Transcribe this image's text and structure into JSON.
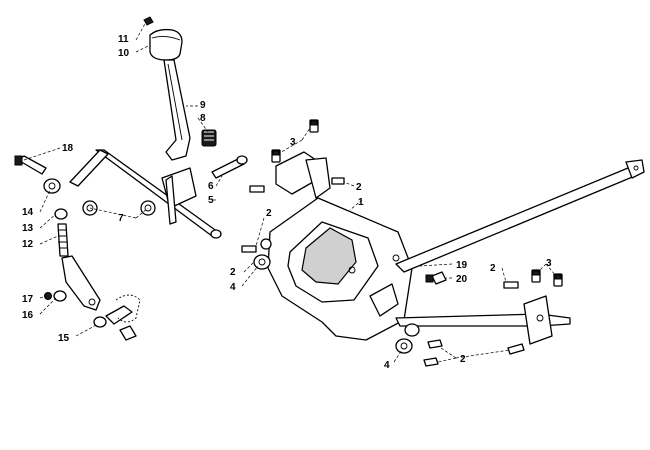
{
  "callouts": [
    {
      "id": "c11",
      "text": "11"
    },
    {
      "id": "c10",
      "text": "10"
    },
    {
      "id": "c9",
      "text": "9"
    },
    {
      "id": "c8",
      "text": "8"
    },
    {
      "id": "c18",
      "text": "18"
    },
    {
      "id": "c3a",
      "text": "3"
    },
    {
      "id": "c2a",
      "text": "2"
    },
    {
      "id": "c1",
      "text": "1"
    },
    {
      "id": "c6",
      "text": "6"
    },
    {
      "id": "c5",
      "text": "5"
    },
    {
      "id": "c7",
      "text": "7"
    },
    {
      "id": "c14",
      "text": "14"
    },
    {
      "id": "c13",
      "text": "13"
    },
    {
      "id": "c12",
      "text": "12"
    },
    {
      "id": "c2b",
      "text": "2"
    },
    {
      "id": "c2c",
      "text": "2"
    },
    {
      "id": "c4a",
      "text": "4"
    },
    {
      "id": "c19",
      "text": "19"
    },
    {
      "id": "c20",
      "text": "20"
    },
    {
      "id": "c2d",
      "text": "2"
    },
    {
      "id": "c3b",
      "text": "3"
    },
    {
      "id": "c17",
      "text": "17"
    },
    {
      "id": "c16",
      "text": "16"
    },
    {
      "id": "c15",
      "text": "15"
    },
    {
      "id": "c4b",
      "text": "4"
    },
    {
      "id": "c2e",
      "text": "2"
    }
  ]
}
